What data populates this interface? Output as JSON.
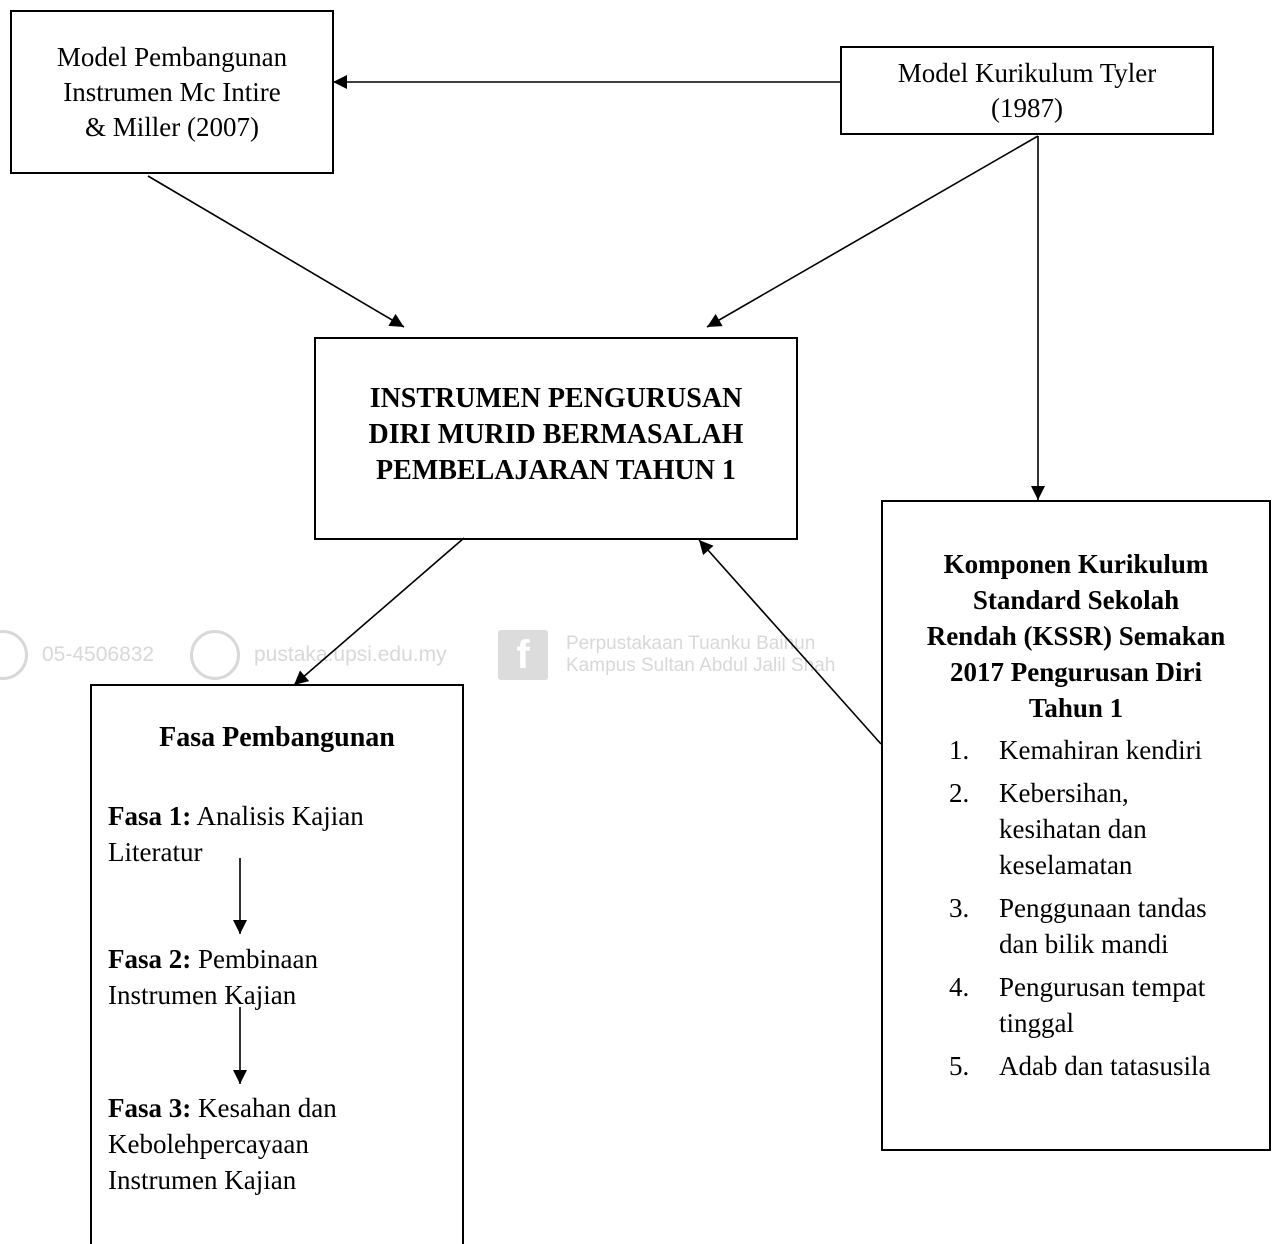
{
  "nodes": {
    "mcintire": {
      "lines": [
        "Model Pembangunan",
        "Instrumen Mc Intire",
        "& Miller (2007)"
      ]
    },
    "tyler": {
      "lines": [
        "Model Kurikulum Tyler",
        "(1987)"
      ]
    },
    "instrumen": {
      "lines": [
        "INSTRUMEN PENGURUSAN",
        "DIRI MURID BERMASALAH",
        "PEMBELAJARAN TAHUN 1"
      ]
    },
    "fasa": {
      "title": "Fasa Pembangunan",
      "steps": [
        {
          "label": "Fasa 1:",
          "text_line1": " Analisis Kajian",
          "text_line2": "Literatur"
        },
        {
          "label": "Fasa 2:",
          "text_line1": " Pembinaan",
          "text_line2": "Instrumen Kajian"
        },
        {
          "label": "Fasa 3:",
          "text_line1": " Kesahan dan",
          "text_line2": "Kebolehpercayaan",
          "text_line3": "Instrumen Kajian"
        }
      ]
    },
    "kssr": {
      "title_lines": [
        "Komponen Kurikulum",
        "Standard Sekolah",
        "Rendah (KSSR) Semakan",
        "2017 Pengurusan Diri",
        "Tahun 1"
      ],
      "items": [
        {
          "num": "1.",
          "lines": [
            "Kemahiran kendiri"
          ]
        },
        {
          "num": "2.",
          "lines": [
            "Kebersihan,",
            "kesihatan dan",
            "keselamatan"
          ]
        },
        {
          "num": "3.",
          "lines": [
            "Penggunaan tandas",
            "dan bilik mandi"
          ]
        },
        {
          "num": "4.",
          "lines": [
            "Pengurusan tempat",
            "tinggal"
          ]
        },
        {
          "num": "5.",
          "lines": [
            "Adab dan tatasusila"
          ]
        }
      ]
    }
  },
  "edges": [
    {
      "from": "tyler",
      "to": "mcintire"
    },
    {
      "from": "mcintire",
      "to": "instrumen"
    },
    {
      "from": "tyler",
      "to": "instrumen"
    },
    {
      "from": "tyler",
      "to": "kssr"
    },
    {
      "from": "instrumen",
      "to": "fasa"
    },
    {
      "from": "kssr",
      "to": "instrumen"
    },
    {
      "from": "fasa.steps.0",
      "to": "fasa.steps.1"
    },
    {
      "from": "fasa.steps.1",
      "to": "fasa.steps.2"
    }
  ],
  "watermark": {
    "phone": "05-4506832",
    "site": "pustaka.upsi.edu.my",
    "fb_letter": "f",
    "library_line1": "Perpustakaan Tuanku Bainun",
    "library_line2": "Kampus Sultan Abdul Jalil Shah"
  }
}
